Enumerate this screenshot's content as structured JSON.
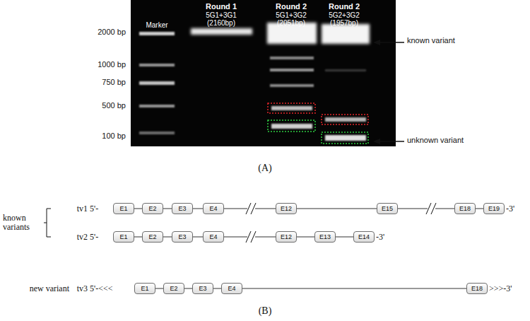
{
  "diagram": {
    "nodes": [
      {
        "text": [
          "Marker",
          "Round 1",
          "5G1+3G1",
          "(2160bp)",
          "Round 2",
          "5G1+3G2",
          "(2051bp)",
          "Round 2",
          "5G2+3G2",
          "(1957bp)"
        ]
      },
      {
        "text": [
          "E1"
        ]
      },
      {
        "text": [
          "E2"
        ]
      },
      {
        "text": [
          "E3"
        ]
      },
      {
        "text": [
          "E4"
        ]
      },
      {
        "text": [
          "E12"
        ]
      },
      {
        "text": [
          "E15"
        ]
      },
      {
        "text": [
          "E18"
        ]
      },
      {
        "text": [
          "E19"
        ]
      },
      {
        "text": [
          "E1"
        ]
      },
      {
        "text": [
          "E2"
        ]
      },
      {
        "text": [
          "E3"
        ]
      },
      {
        "text": [
          "E4"
        ]
      },
      {
        "text": [
          "E12"
        ]
      },
      {
        "text": [
          "E13"
        ]
      },
      {
        "text": [
          "E14"
        ]
      },
      {
        "text": [
          "E1"
        ]
      },
      {
        "text": [
          "E2"
        ]
      },
      {
        "text": [
          "E3"
        ]
      },
      {
        "text": [
          "E4"
        ]
      },
      {
        "text": [
          "E18"
        ]
      }
    ],
    "edges": [
      {
        "from": 1,
        "to": 2,
        "arrow": "none"
      },
      {
        "from": 2,
        "to": 3,
        "arrow": "none"
      },
      {
        "from": 3,
        "to": 4,
        "arrow": "none"
      },
      {
        "from": 4,
        "to": 5,
        "arrow": "none"
      },
      {
        "from": 5,
        "to": 6,
        "arrow": "none"
      },
      {
        "from": 6,
        "to": 7,
        "arrow": "none"
      },
      {
        "from": 7,
        "to": 8,
        "arrow": "none"
      },
      {
        "from": 9,
        "to": 10,
        "arrow": "none"
      },
      {
        "from": 10,
        "to": 11,
        "arrow": "none"
      },
      {
        "from": 11,
        "to": 12,
        "arrow": "none"
      },
      {
        "from": 12,
        "to": 13,
        "arrow": "none"
      },
      {
        "from": 13,
        "to": 14,
        "arrow": "none"
      },
      {
        "from": 14,
        "to": 15,
        "arrow": "none"
      },
      {
        "from": 16,
        "to": 17,
        "arrow": "none"
      },
      {
        "from": 17,
        "to": 18,
        "arrow": "none"
      },
      {
        "from": 18,
        "to": 19,
        "arrow": "none"
      },
      {
        "from": 19,
        "to": 20,
        "arrow": "none"
      }
    ],
    "labels": [
      "2000 bp",
      "1000 bp",
      "750 bp",
      "500 bp",
      "100 bp",
      "known variant",
      "unknown variant",
      "(A)",
      "known variants",
      "tv1",
      "5'-",
      "-3'",
      "tv2",
      "5'-",
      "-3'",
      "new variant",
      "tv3",
      "5'-<<<",
      ">>>-3'",
      "(B)"
    ]
  }
}
